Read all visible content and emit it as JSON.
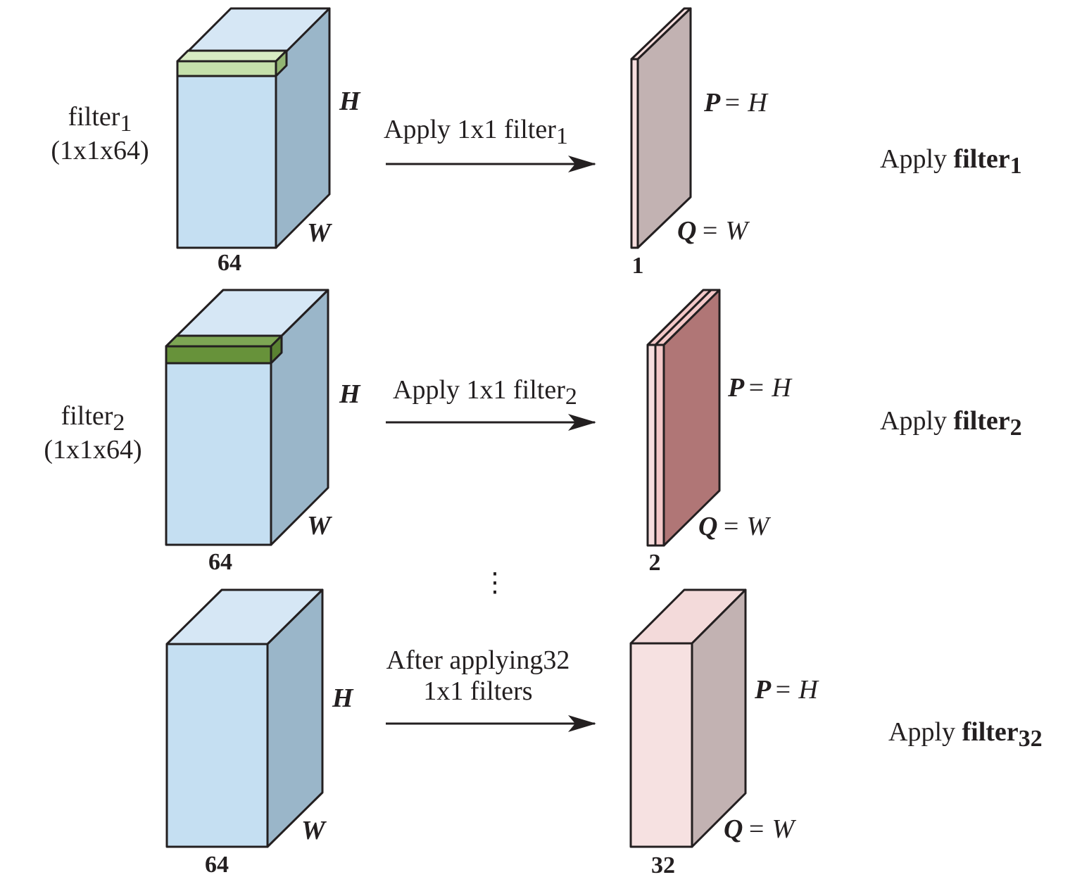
{
  "colors": {
    "cube_front": "#c5dff2",
    "cube_top": "#d6e7f5",
    "cube_side": "#9ab6c9",
    "filter1_front": "#c5e0ab",
    "filter1_top": "#d8ebc3",
    "filter1_side": "#92b573",
    "filter2_front": "#67923a",
    "filter2_top": "#7da654",
    "filter2_side": "#5a8232",
    "out1_front": "#f7dede",
    "out1_side": "#c2b2b2",
    "out2_back_front": "#f4c8c8",
    "out2_side": "#b07676",
    "out3_front": "#f6e1e1",
    "out3_top": "#f3dada",
    "out3_side": "#c2b2b2",
    "arrow": "#231f20"
  },
  "rows": [
    {
      "filter_name": "filter",
      "filter_sub": "1",
      "filter_dims": "(1x1x64)",
      "input_h": "H",
      "input_w": "W",
      "input_depth": "64",
      "arrow_text": "Apply 1x1 filter",
      "arrow_sub": "1",
      "out_p": "P",
      "out_eq_h": "= H",
      "out_q": "Q",
      "out_eq_w": "= W",
      "out_depth": "1",
      "apply_text": "Apply ",
      "apply_bold": "filter",
      "apply_sub": "1"
    },
    {
      "filter_name": "filter",
      "filter_sub": "2",
      "filter_dims": "(1x1x64)",
      "input_h": "H",
      "input_w": "W",
      "input_depth": "64",
      "arrow_text": "Apply 1x1 filter",
      "arrow_sub": "2",
      "out_p": "P",
      "out_eq_h": "= H",
      "out_q": "Q",
      "out_eq_w": "= W",
      "out_depth": "2",
      "apply_text": "Apply ",
      "apply_bold": "filter",
      "apply_sub": "2"
    },
    {
      "input_h": "H",
      "input_w": "W",
      "input_depth": "64",
      "arrow_line1": "After applying32",
      "arrow_line2": "1x1 filters",
      "out_p": "P",
      "out_eq_h": "= H",
      "out_q": "Q",
      "out_eq_w": "= W",
      "out_depth": "32",
      "apply_text": "Apply ",
      "apply_bold": "filter",
      "apply_sub": "32"
    }
  ],
  "ellipsis": "⋮"
}
